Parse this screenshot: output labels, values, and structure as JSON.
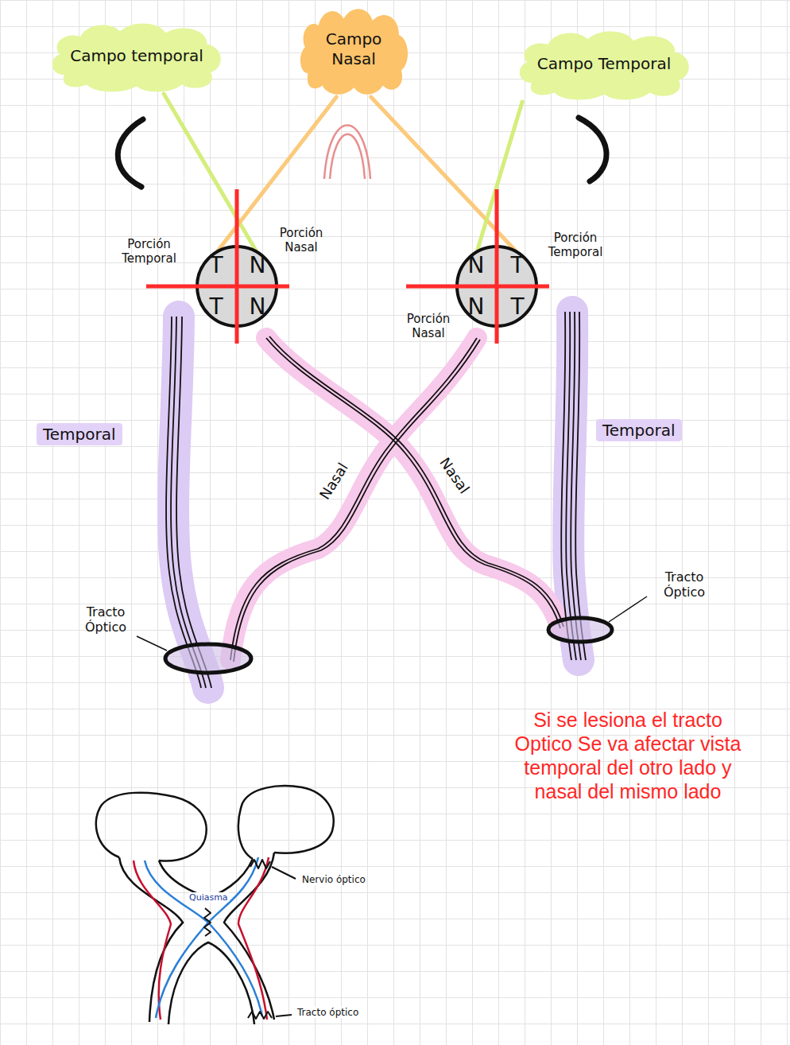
{
  "diagram": {
    "nodes": [
      {
        "text": [
          "Campo temporal"
        ]
      },
      {
        "text": [
          "Campo Nasal"
        ]
      },
      {
        "text": [
          "Campo Temporal"
        ]
      },
      {
        "text": [
          "T",
          "N",
          "T",
          "N"
        ]
      },
      {
        "text": [
          "N",
          "T",
          "N",
          "T"
        ]
      }
    ],
    "edges": [
      {
        "from": 0,
        "to": 3,
        "arrow": "none"
      },
      {
        "from": 1,
        "to": 3,
        "arrow": "none"
      },
      {
        "from": 1,
        "to": 4,
        "arrow": "none"
      },
      {
        "from": 2,
        "to": 4,
        "arrow": "none"
      }
    ],
    "labels": [
      "Porción Temporal",
      "Porción Nasal",
      "Porción Nasal",
      "Porción Temporal",
      "Temporal",
      "Nasal",
      "Nasal",
      "Temporal",
      "Tracto Óptico",
      "Tracto Óptico",
      "Si se lesiona el tracto Optico Se va afectar vista temporal del otro lado y nasal del mismo lado",
      "Quiasma",
      "Nervio óptico",
      "Tracto óptico"
    ]
  }
}
